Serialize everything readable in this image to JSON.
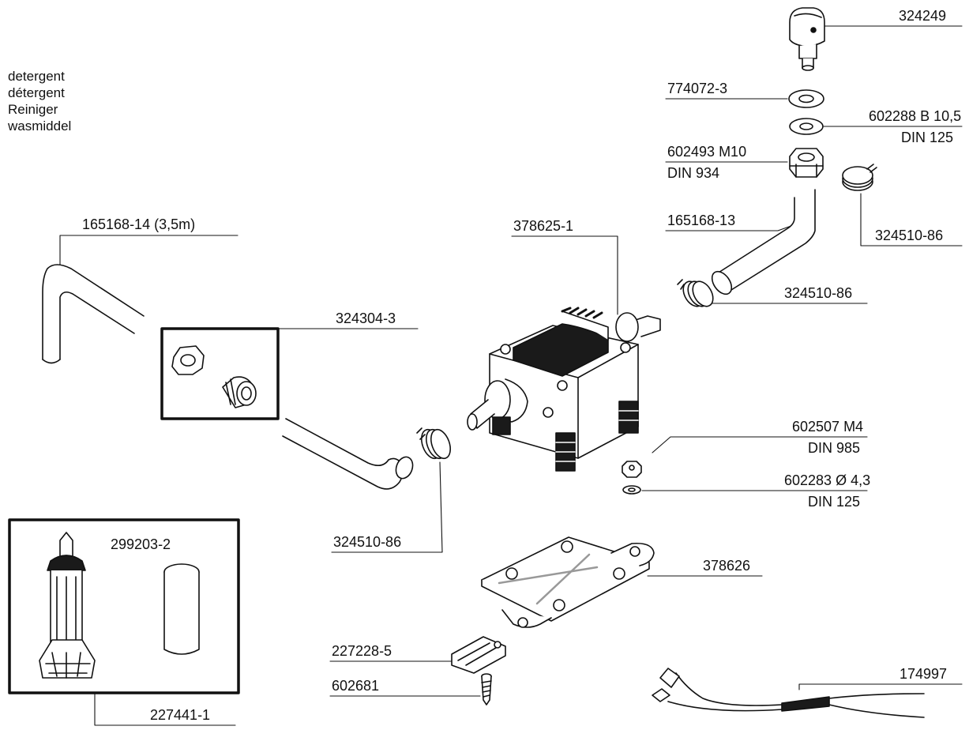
{
  "title_lines": [
    "detergent",
    "détergent",
    "Reiniger",
    "wasmiddel"
  ],
  "labels": {
    "p324249": "324249",
    "p774072_3": "774072-3",
    "p602288": "602288 B 10,5",
    "p602288_std": "DIN 125",
    "p602493": "602493 M10",
    "p602493_std": "DIN 934",
    "p165168_13": "165168-13",
    "p324510_86_a": "324510-86",
    "p324510_86_b": "324510-86",
    "p324510_86_c": "324510-86",
    "p165168_14": "165168-14  (3,5m)",
    "p378625_1": "378625-1",
    "p324304_3": "324304-3",
    "p602507": "602507 M4",
    "p602507_std": "DIN 985",
    "p602283": "602283 Ø 4,3",
    "p602283_std": "DIN 125",
    "p299203_2": "299203-2",
    "p378626": "378626",
    "p227228_5": "227228-5",
    "p602681": "602681",
    "p174997": "174997",
    "p227441_1": "227441-1"
  },
  "colors": {
    "ink": "#111111",
    "part_fill": "#ffffff",
    "dark_part": "#1a1a1a",
    "hatch": "#999999"
  }
}
